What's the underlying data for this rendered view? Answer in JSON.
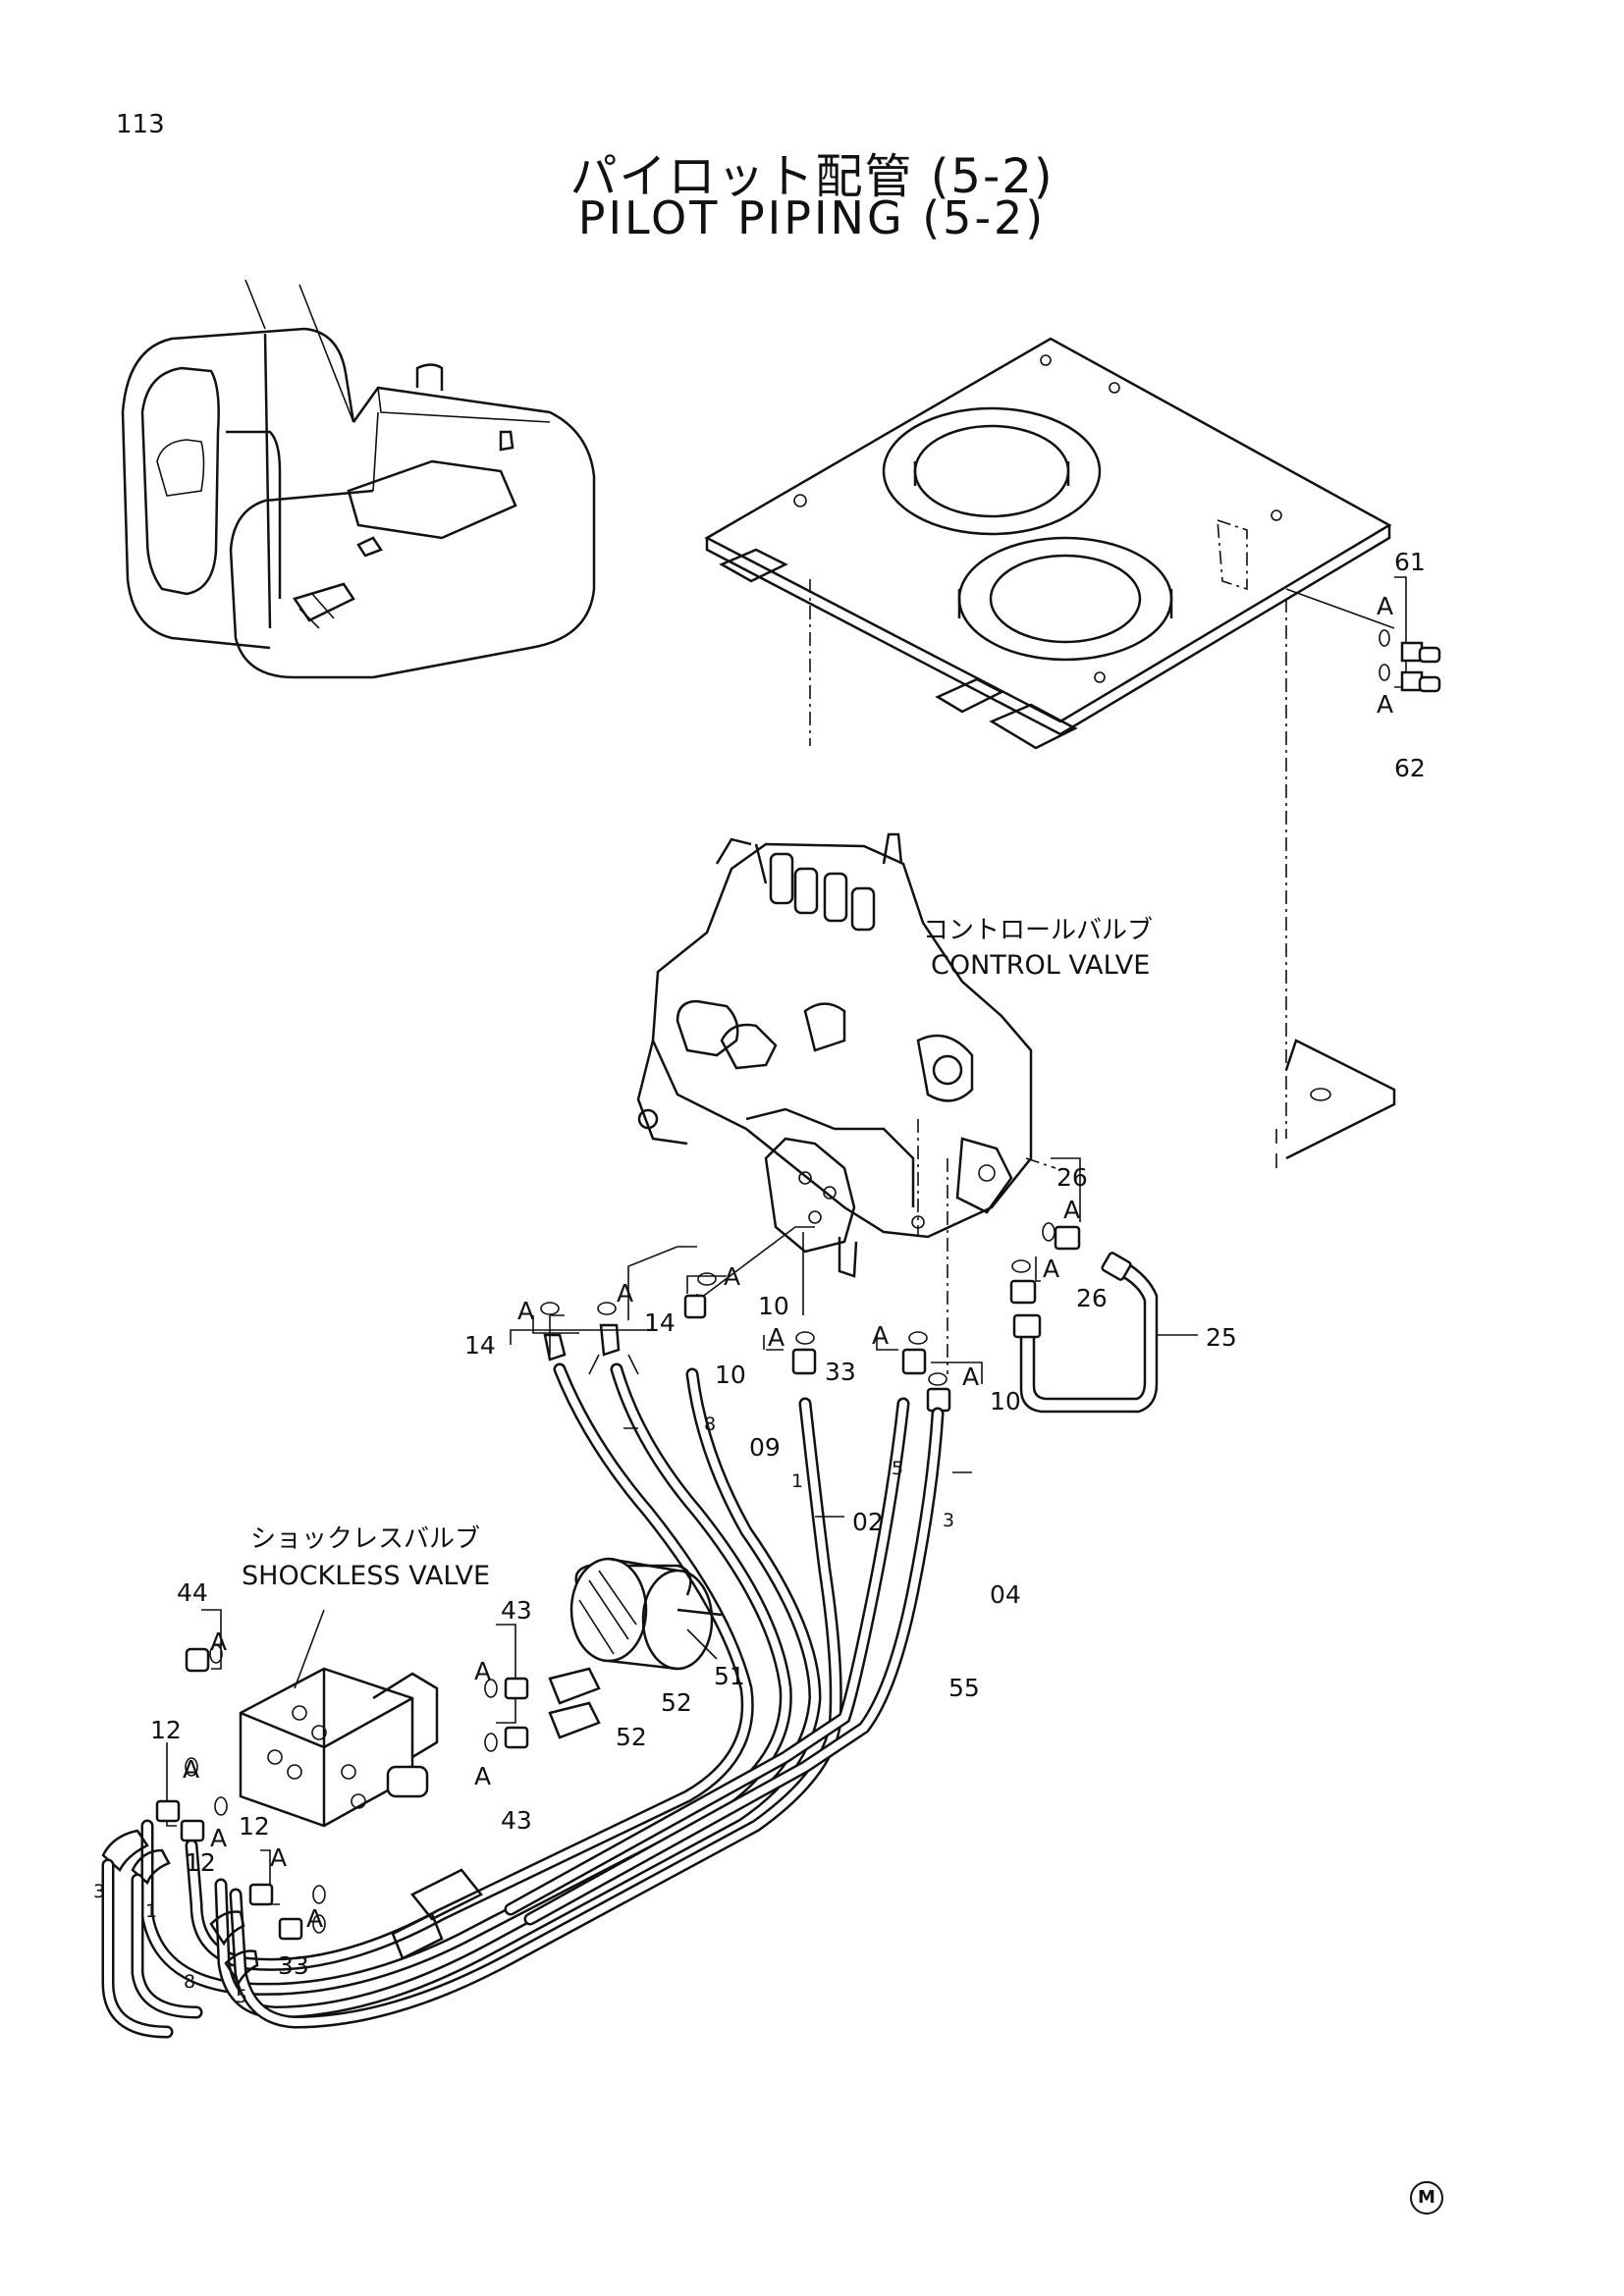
{
  "page": {
    "number": "113",
    "mark": "M"
  },
  "title": {
    "japanese": "パイロット配管 (5-2)",
    "english": "PILOT PIPING (5-2)"
  },
  "components": {
    "control_valve": {
      "japanese": "コントロールバルブ",
      "english": "CONTROL VALVE"
    },
    "shockless_valve": {
      "japanese": "ショックレスバルブ",
      "english": "SHOCKLESS VALVE"
    }
  },
  "part_callouts": [
    "61",
    "62",
    "A",
    "A",
    "26",
    "26",
    "25",
    "A",
    "A",
    "14",
    "14",
    "A",
    "A",
    "10",
    "10",
    "10",
    "33",
    "A",
    "A",
    "A",
    "A",
    "09",
    "02",
    "04",
    "55",
    "8",
    "1",
    "5",
    "3",
    "44",
    "43",
    "43",
    "A",
    "A",
    "A",
    "51",
    "52",
    "52",
    "12",
    "12",
    "12",
    "A",
    "A",
    "A",
    "33",
    "A",
    "3",
    "1",
    "8",
    "5"
  ]
}
